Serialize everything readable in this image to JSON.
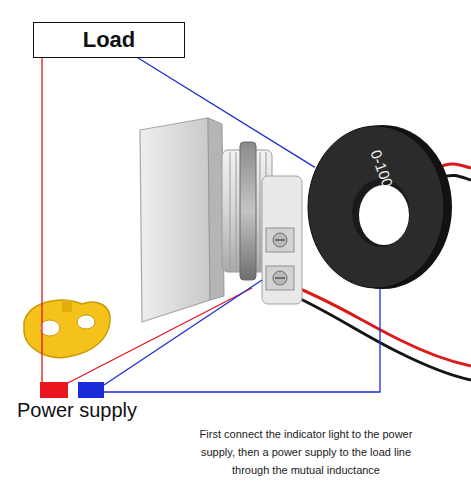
{
  "diagram": {
    "caption": "First connect the indicator light to the power supply, then a power supply to the load line through the mutual inductance",
    "nodes": [
      {
        "text": [
          "Load"
        ]
      },
      {
        "text": [
          "0-100"
        ]
      }
    ],
    "edges": [
      {
        "from": 0,
        "to": 1,
        "arrow": "none"
      }
    ],
    "labels": [
      "Power supply"
    ]
  }
}
